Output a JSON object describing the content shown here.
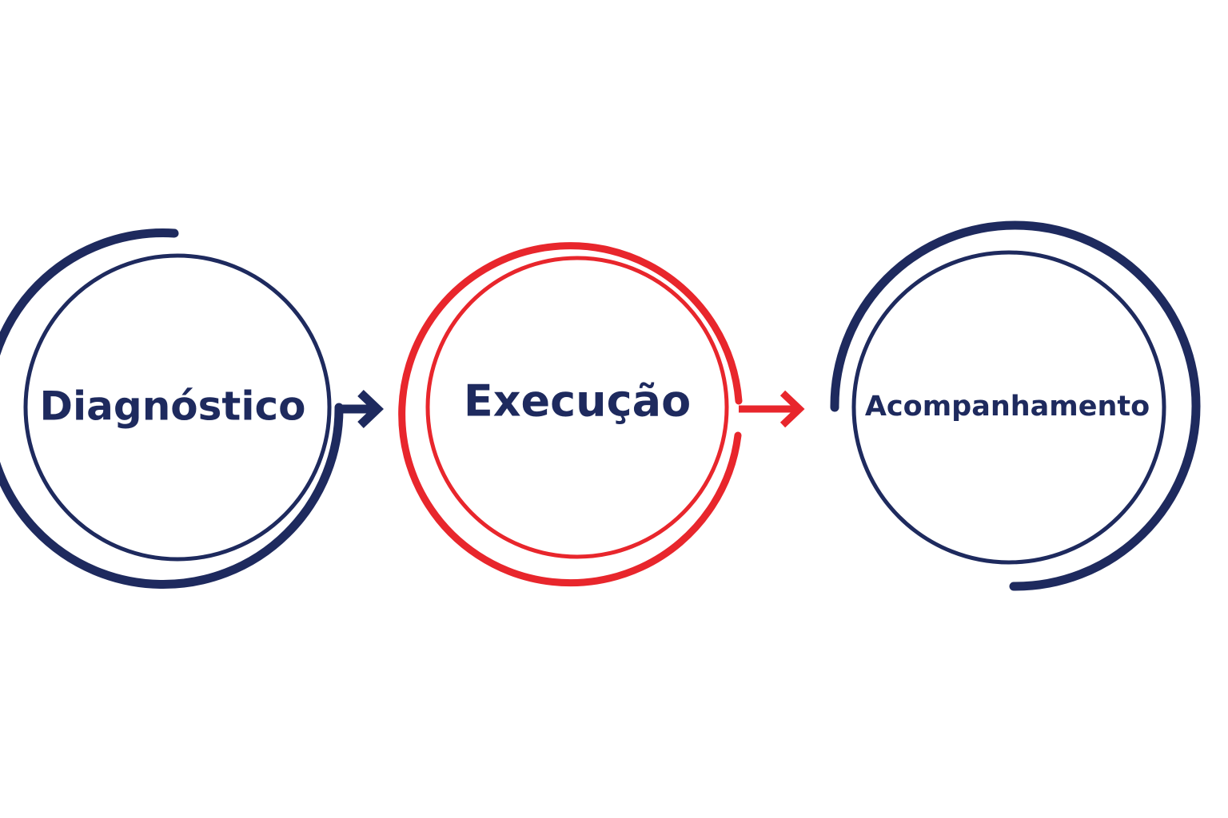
{
  "diagram": {
    "steps": [
      {
        "label": "Diagnóstico",
        "color": "#1e2a5e"
      },
      {
        "label": "Execução",
        "color": "#e8262c"
      },
      {
        "label": "Acompanhamento",
        "color": "#1e2a5e"
      }
    ],
    "colors": {
      "primary_navy": "#1e2a5e",
      "accent_red": "#e8262c",
      "background": "#ffffff"
    },
    "connectors": [
      {
        "from": "Diagnóstico",
        "to": "Execução",
        "icon": "arrow-right-icon",
        "color": "#1e2a5e"
      },
      {
        "from": "Execução",
        "to": "Acompanhamento",
        "icon": "arrow-right-icon",
        "color": "#e8262c"
      }
    ]
  }
}
